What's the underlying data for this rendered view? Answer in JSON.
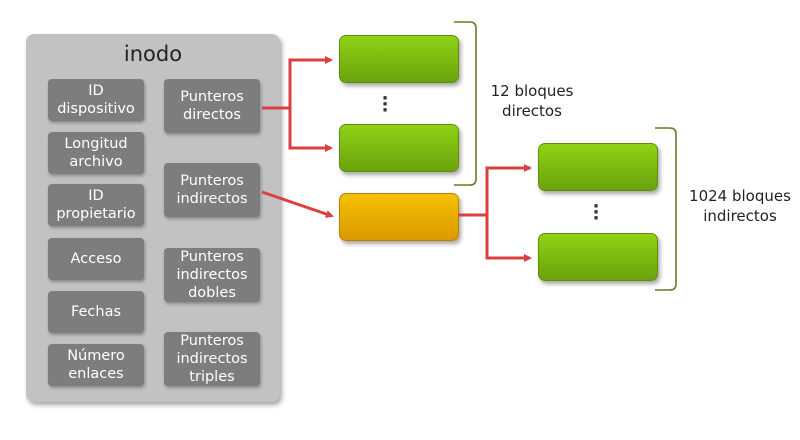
{
  "inode": {
    "title": "inodo",
    "left_fields": [
      {
        "label": "ID\ndispositivo"
      },
      {
        "label": "Longitud\narchivo"
      },
      {
        "label": "ID\npropietario"
      },
      {
        "label": "Acceso"
      },
      {
        "label": "Fechas"
      },
      {
        "label": "Número\nenlaces"
      }
    ],
    "right_fields": [
      {
        "label": "Punteros\ndirectos"
      },
      {
        "label": "Punteros\nindirectos"
      },
      {
        "label": "Punteros\nindirectos\ndobles"
      },
      {
        "label": "Punteros\nindirectos\ntriples"
      }
    ]
  },
  "direct": {
    "dots": "·\n·\n·",
    "label": "12 bloques\ndirectos"
  },
  "indirect": {
    "dots": "·\n·\n·",
    "label": "1024 bloques\nindirectos"
  },
  "colors": {
    "inode_bg": "#c2c2c2",
    "field_bg": "#7d7d7d",
    "direct_block": "#7ebf10",
    "indirect_pointer_block": "#f0b400",
    "arrow": "#d9403f",
    "brace": "#6b7a1f"
  }
}
